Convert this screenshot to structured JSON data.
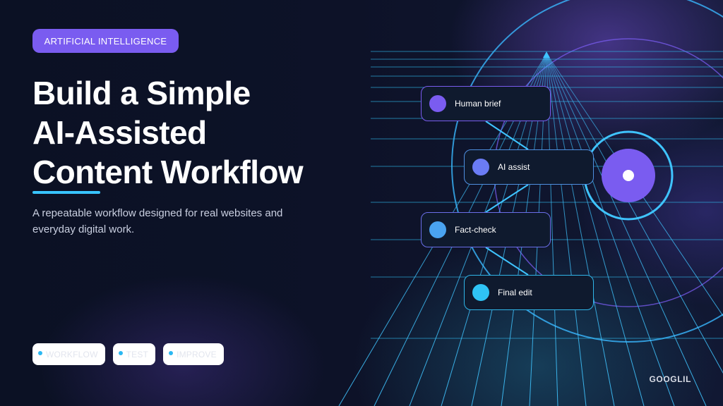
{
  "category_tag": "ARTIFICIAL INTELLIGENCE",
  "title": {
    "line1": "Build a Simple",
    "line2": "AI-Assisted",
    "line3": "Content Workflow"
  },
  "subtitle": {
    "line1": "A repeatable workflow designed for real websites and",
    "line2": "everyday digital work."
  },
  "chips": [
    {
      "label": "WORKFLOW"
    },
    {
      "label": "TEST"
    },
    {
      "label": "IMPROVE"
    }
  ],
  "workflow_nodes": [
    {
      "label": "Human brief",
      "dot_color": "#7a5cf0"
    },
    {
      "label": "AI assist",
      "dot_color": "#6b7cf5"
    },
    {
      "label": "Fact-check",
      "dot_color": "#4aa3f0"
    },
    {
      "label": "Final edit",
      "dot_color": "#2fc4f5"
    }
  ],
  "brand": "GOOGLIL",
  "colors": {
    "background": "#0c1126",
    "accent_purple": "#7a5cf0",
    "accent_cyan": "#38c4ff",
    "grid_line": "#2fb5e8"
  }
}
